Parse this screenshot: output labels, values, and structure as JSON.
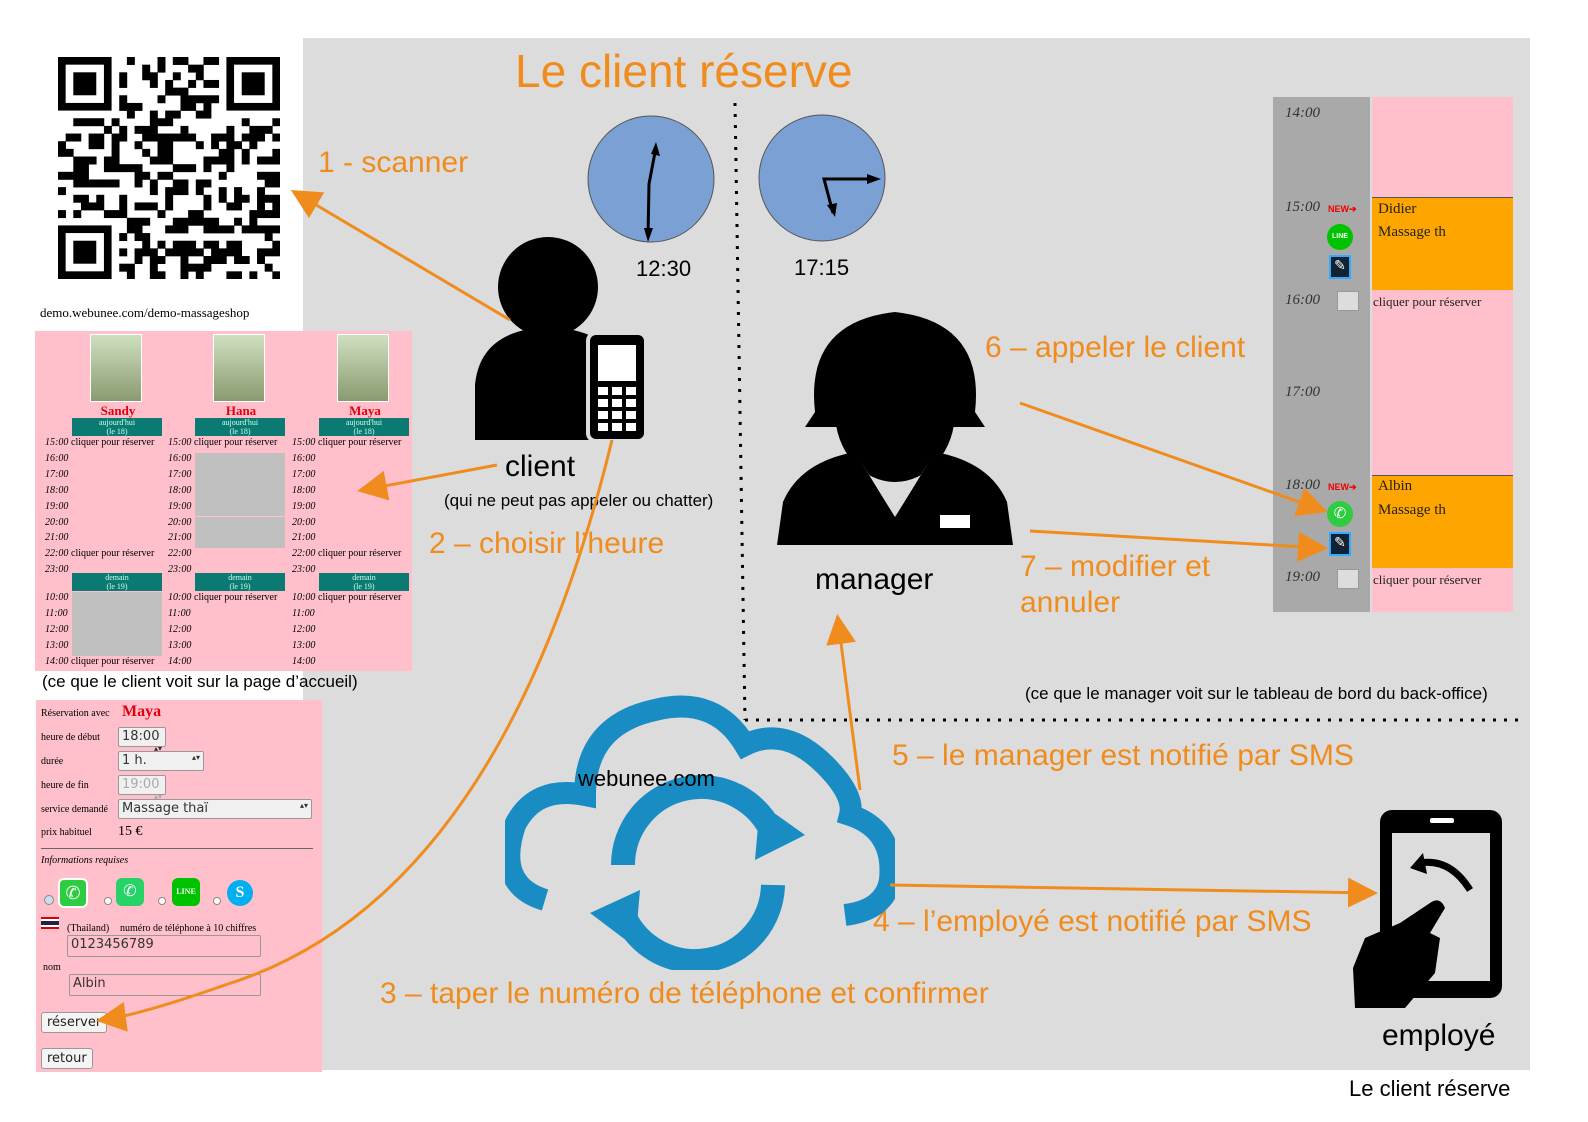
{
  "title": "Le client réserve",
  "caption_bottom": "Le client réserve",
  "qr_url": "demo.webunee.com/demo-massageshop",
  "steps": {
    "s1": "1 - scanner",
    "s2": "2 – choisir l’heure",
    "s3": "3 – taper le numéro de téléphone et confirmer",
    "s4": "4 – l’employé est notifié par SMS",
    "s5": "5 – le manager est notifié par SMS",
    "s6": "6 – appeler le client",
    "s7a": "7 – modifier et",
    "s7b": "annuler"
  },
  "clocks": [
    {
      "time": "12:30"
    },
    {
      "time": "17:15"
    }
  ],
  "client": {
    "label": "client",
    "note": "(qui ne peut pas appeler ou chatter)"
  },
  "manager": {
    "label": "manager"
  },
  "employee": {
    "label": "employé"
  },
  "cloud": {
    "label": "webunee.com"
  },
  "public_page": {
    "caption": "(ce que le client voit sur la page d’accueil)",
    "staff": [
      {
        "name": "Sandy",
        "today": "aujourd'hui",
        "today_date": "(le 18)",
        "tomorrow": "demain",
        "tomorrow_date": "(le 19)"
      },
      {
        "name": "Hana",
        "today": "aujourd'hui",
        "today_date": "(le 18)",
        "tomorrow": "demain",
        "tomorrow_date": "(le 19)"
      },
      {
        "name": "Maya",
        "today": "aujourd'hui",
        "today_date": "(le 18)",
        "tomorrow": "demain",
        "tomorrow_date": "(le 19)"
      }
    ],
    "hours_today": [
      "15:00",
      "16:00",
      "17:00",
      "18:00",
      "19:00",
      "20:00",
      "21:00",
      "22:00",
      "23:00"
    ],
    "hours_tomorrow": [
      "10:00",
      "11:00",
      "12:00",
      "13:00",
      "14:00"
    ],
    "reserve_text": "cliquer pour réserver"
  },
  "form": {
    "reservation_label": "Réservation avec",
    "staff_name": "Maya",
    "start_label": "heure de début",
    "start_value": "18:00",
    "duration_label": "durée",
    "duration_value": "1 h.",
    "end_label": "heure de fin",
    "end_value": "19:00",
    "service_label": "service demandé",
    "service_value": "Massage thaï",
    "price_label": "prix habituel",
    "price_value": "15 €",
    "info_label": "Informations requises",
    "country": "(Thailand)",
    "phone_label": "numéro de téléphone à 10 chiffres",
    "phone_value": "0123456789",
    "name_label": "nom",
    "name_value": "Albin",
    "reserve_button": "réserver",
    "back_button": "retour"
  },
  "dashboard": {
    "caption": "(ce que le manager voit sur le tableau de bord du back-office)",
    "hours": [
      "14:00",
      "15:00",
      "16:00",
      "17:00",
      "18:00",
      "19:00"
    ],
    "events": [
      {
        "name": "Didier",
        "service": "Massage th"
      },
      {
        "name": "Albin",
        "service": "Massage th"
      }
    ],
    "reserve_text": "cliquer pour réserver"
  },
  "colors": {
    "accent": "#f08c1e",
    "cloud": "#1a8cc4",
    "clock": "#7ba0d4",
    "pink": "#ffc0cb",
    "booked": "#ffa500"
  }
}
